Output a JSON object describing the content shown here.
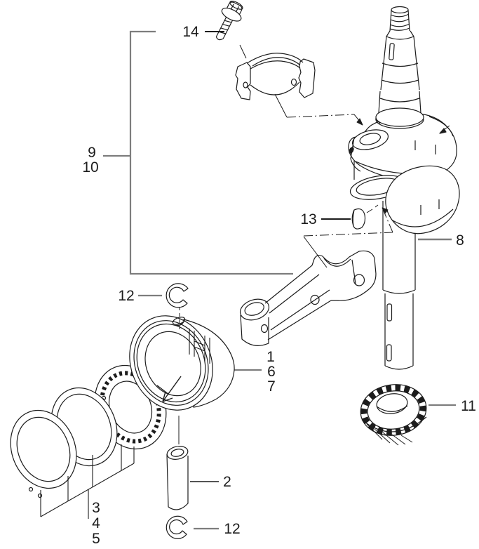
{
  "diagram": {
    "type": "exploded-parts-line-drawing",
    "labels": {
      "l14": "14",
      "l9": "9",
      "l10": "10",
      "l13": "13",
      "l8": "8",
      "l12_top": "12",
      "l1": "1",
      "l6": "6",
      "l7": "7",
      "l3": "3",
      "l4": "4",
      "l5": "5",
      "l2": "2",
      "l12_bottom": "12",
      "l11": "11"
    }
  },
  "colors": {
    "ink": "#1c1c1c",
    "leader": "#7d7d7d",
    "background": "#ffffff"
  }
}
